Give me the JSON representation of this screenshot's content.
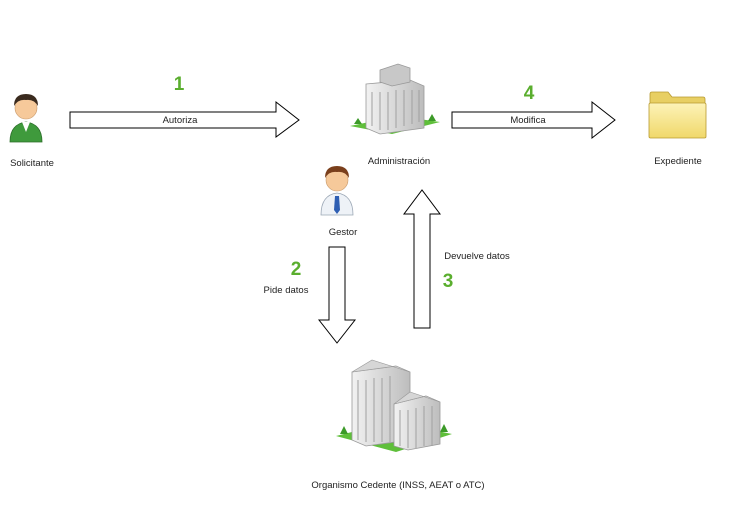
{
  "colors": {
    "step_number": "#5aae2e",
    "arrow_stroke": "#000000",
    "arrow_fill": "#ffffff",
    "grass": "#5fbf3a",
    "building": "#dcdcdc",
    "folder": "#f7e48a",
    "skin": "#f6c99a",
    "hair": "#3a2a1e"
  },
  "nodes": {
    "solicitante": {
      "label": "Solicitante",
      "icon": "person-green-icon"
    },
    "administracion": {
      "label": "Administración",
      "icon": "office-building-icon"
    },
    "gestor": {
      "label": "Gestor",
      "icon": "person-tie-icon"
    },
    "expediente": {
      "label": "Expediente",
      "icon": "folder-icon"
    },
    "organismo": {
      "label": "Organismo Cedente (INSS, AEAT o ATC)",
      "icon": "office-complex-icon"
    }
  },
  "steps": [
    {
      "number": "1",
      "label": "Autoriza"
    },
    {
      "number": "2",
      "label": "Pide datos"
    },
    {
      "number": "3",
      "label": "Devuelve datos"
    },
    {
      "number": "4",
      "label": "Modifica"
    }
  ]
}
